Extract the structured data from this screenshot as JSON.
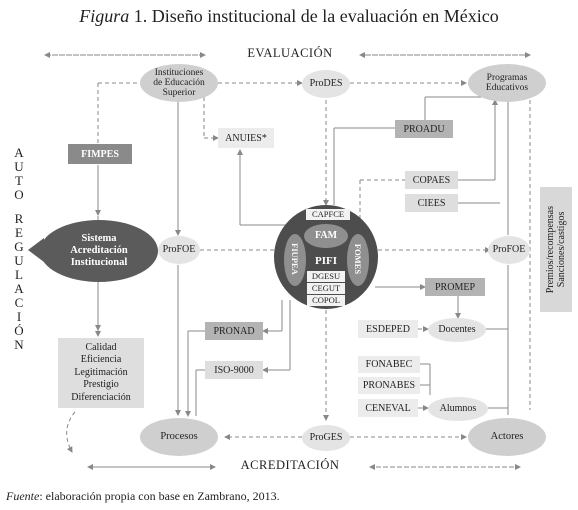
{
  "title": {
    "prefix": "Figura",
    "number": "1.",
    "text": "Diseño institucional de la evaluación en México"
  },
  "top_label": "EVALUACIÓN",
  "bottom_label": "ACREDITACIÓN",
  "left_vertical": [
    "A",
    "U",
    "T",
    "O",
    "",
    "R",
    "E",
    "G",
    "U",
    "L",
    "A",
    "C",
    "I",
    "Ó",
    "N"
  ],
  "right_box": {
    "line1": "Premios/recompensas",
    "line2": "Sanciones/castigos"
  },
  "nodes": {
    "ies": {
      "l1": "Instituciones",
      "l2": "de Educación",
      "l3": "Superior"
    },
    "programas": {
      "l1": "Programas",
      "l2": "Educativos"
    },
    "prodes": "ProDES",
    "proges": "ProGES",
    "profoe_left": "ProFOE",
    "profoe_right": "ProFOE",
    "procesos": "Procesos",
    "actores": "Actores",
    "docentes": "Docentes",
    "alumnos": "Alumnos",
    "sistema": {
      "l1": "Sistema",
      "l2": "Acreditación",
      "l3": "Institucional"
    }
  },
  "boxes": {
    "fimpes": "FIMPES",
    "anuies": "ANUIES*",
    "proadu": "PROADU",
    "copaes": "COPAES",
    "ciees": "CIEES",
    "promep": "PROMEP",
    "pronad": "PRONAD",
    "iso": "ISO-9000",
    "esdeped": "ESDEPED",
    "fonabec": "FONABEC",
    "pronabes": "PRONABES",
    "ceneval": "CENEVAL"
  },
  "calidad": [
    "Calidad",
    "Eficiencia",
    "Legitimación",
    "Prestigio",
    "Diferenciación"
  ],
  "center": {
    "capfce": "CAPFCE",
    "fam": "FAM",
    "pifi": "PIFI",
    "fiupea": "FIUPEA",
    "fomes": "FOMES",
    "dgesu": "DGESU",
    "cegut": "CEGUT",
    "copol": "COPOL"
  },
  "source": {
    "label": "Fuente",
    "text": ": elaboración propia con base en Zambrano, 2013."
  }
}
